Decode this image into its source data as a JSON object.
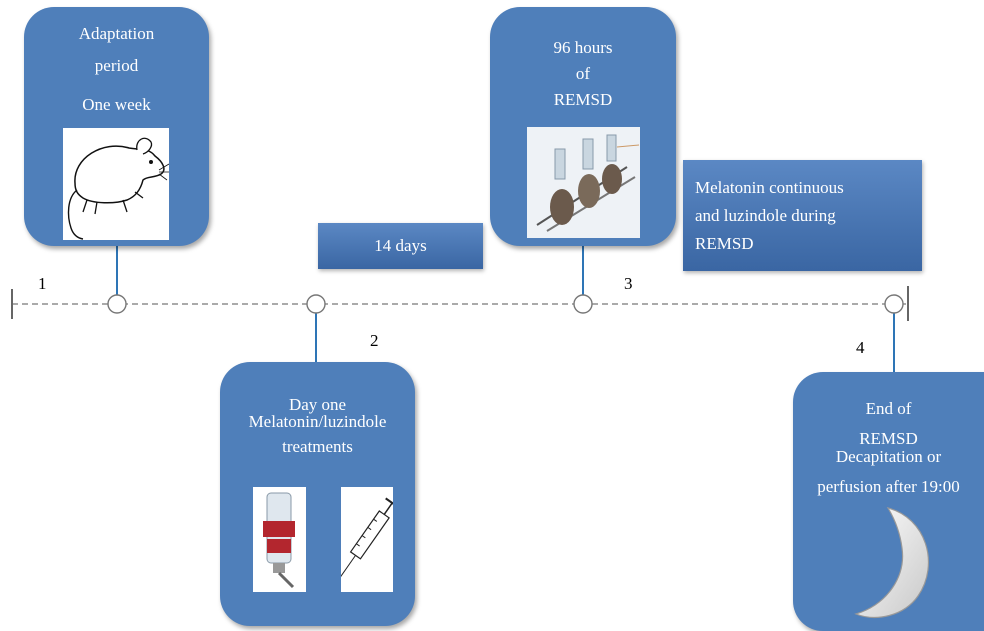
{
  "step_numbers": [
    "1",
    "2",
    "3",
    "4"
  ],
  "cards": {
    "adaptation": {
      "line1": "Adaptation",
      "line2": "period",
      "line3": "One week"
    },
    "remsd96": {
      "line1": "96 hours",
      "line2": "of",
      "line3": "REMSD"
    },
    "day_one": {
      "line1": "Day one",
      "line2": "Melatonin/luzindole",
      "line3": "treatments"
    },
    "end": {
      "line1": "End of",
      "line2": "REMSD",
      "line3": "Decapitation or",
      "line4": "perfusion after 19:00"
    }
  },
  "labels": {
    "fourteen_days": "14 days",
    "melatonin_line1": "Melatonin continuous",
    "melatonin_line2": "and luzindole during",
    "melatonin_line3": "REMSD"
  },
  "colors": {
    "card": "#4f7fba",
    "timeline": "#666666",
    "connector": "#2e75b6"
  }
}
